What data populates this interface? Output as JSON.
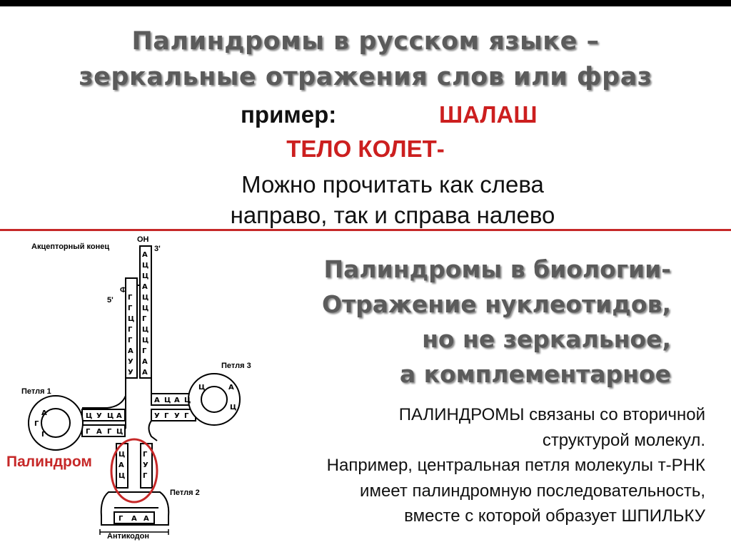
{
  "title": {
    "line1": "Палиндромы в русском языке –",
    "line2": "зеркальные отражения слов или фраз"
  },
  "example": {
    "label": "пример:",
    "word1": "ШАЛАШ",
    "word2": "ТЕЛО КОЛЕТ-",
    "desc_line1": "Можно прочитать как слева",
    "desc_line2": "направо,  так и справа налево"
  },
  "biology": {
    "line1": "Палиндромы в биологии-",
    "line2": "Отражение нуклеотидов,",
    "line3": "но не зеркальное,",
    "line4": "а комплементарное"
  },
  "paragraph": {
    "line1": "ПАЛИНДРОМЫ связаны со вторичной",
    "line2": "структурой молекул.",
    "line3": "Например, центральная петля молекулы т-РНК",
    "line4": "имеет палиндромную последовательность,",
    "line5": "вместе с которой образует ШПИЛЬКУ"
  },
  "diagram": {
    "label_acceptor": "Акцепторный конец",
    "label_oh": "ОН",
    "label_3prime": "3'",
    "label_5prime": "5'",
    "label_phi": "Ф",
    "label_loop1": "Петля 1",
    "label_loop2": "Петля 2",
    "label_loop3": "Петля 3",
    "label_anticodon": "Антикодон",
    "palindrome_label": "Палиндром"
  },
  "colors": {
    "accent_red": "#c62828",
    "title_gray": "#5b5b5b"
  }
}
